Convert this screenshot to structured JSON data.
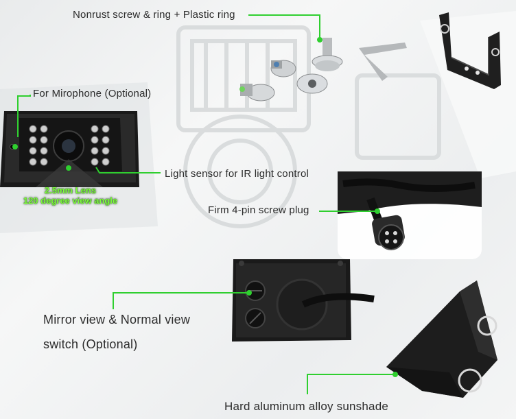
{
  "labels": {
    "screw": "Nonrust screw & ring + Plastic ring",
    "microphone": "For Mirophone (Optional)",
    "light_sensor": "Light sensor for IR light control",
    "plug": "Firm 4-pin screw plug",
    "mirror_line1": "Mirror view & Normal view",
    "mirror_line2": "switch (Optional)",
    "sunshade": "Hard aluminum alloy sunshade"
  },
  "lens": {
    "line1": "2.5mm Lens",
    "line2": "120 degree view angle"
  },
  "colors": {
    "leader_line": "#2fcf2f",
    "lens_text": "#7dff3a",
    "camera_body": "#1c1c1c"
  }
}
